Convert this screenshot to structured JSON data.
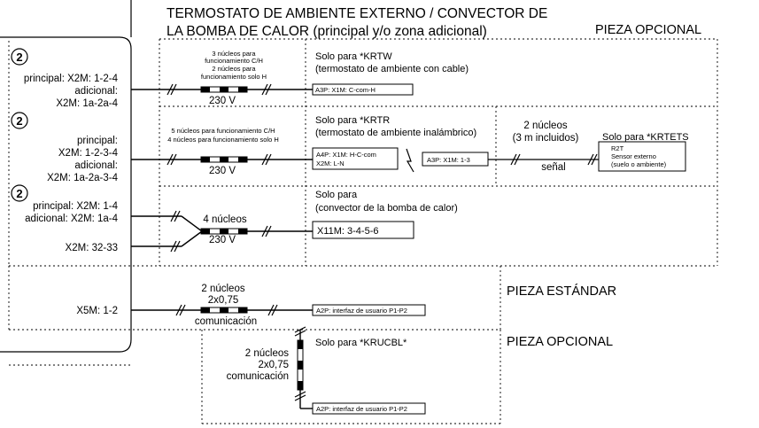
{
  "header": {
    "title_line1": "TERMOSTATO DE AMBIENTE EXTERNO / CONVECTOR DE",
    "title_line2": "LA BOMBA DE CALOR (principal y/o zona adicional)",
    "optional_top": "PIEZA OPCIONAL"
  },
  "markers": {
    "circled": "2"
  },
  "row1": {
    "left_1": "principal: X2M: 1-2-4",
    "left_2": "adicional:",
    "left_3": "X2M: 1a-2a-4",
    "cores_1": "3 núcleos para",
    "cores_2": "funcionamiento C/H",
    "cores_3": "2 núcleos para",
    "cores_4": "funcionamiento solo H",
    "voltage": "230 V",
    "only_for": "Solo para *KRTW",
    "only_for_desc": "(termostato de ambiente con cable)",
    "terminal": "A3P: X1M: C-com-H"
  },
  "row2": {
    "left_1": "principal:",
    "left_2": "X2M: 1-2-3-4",
    "left_3": "adicional:",
    "left_4": "X2M: 1a-2a-3-4",
    "cores_1": "5 núcleos para funcionamiento C/H",
    "cores_2": "4 núcleos para funcionamiento solo H",
    "voltage": "230 V",
    "only_for": "Solo para *KRTR",
    "only_for_desc": "(termostato de ambiente inalámbrico)",
    "terminal_a4p_1": "A4P: X1M: H-C-com",
    "terminal_a4p_2": "X2M: L-N",
    "terminal_a3p": "A3P: X1M: 1-3",
    "cable_cores_1": "2 núcleos",
    "cable_cores_2": "(3 m incluidos)",
    "signal": "señal",
    "sensor_only_for": "Solo para *KRTETS",
    "sensor_1": "R2T",
    "sensor_2": "Sensor externo",
    "sensor_3": "(suelo o ambiente)"
  },
  "row3": {
    "left_1": "principal: X2M: 1-4",
    "left_2": "adicional: X2M: 1a-4",
    "left_3": "X2M: 32-33",
    "cores": "4 núcleos",
    "voltage": "230 V",
    "only_for": "Solo para",
    "only_for_desc": "(convector de la bomba de calor)",
    "terminal": "X11M: 3-4-5-6"
  },
  "row4": {
    "left": "X5M: 1-2",
    "cores_1": "2 núcleos",
    "cores_2": "2x0,75",
    "comm": "comunicación",
    "terminal": "A2P: interfaz de usuario P1-P2",
    "standard": "PIEZA ESTÁNDAR"
  },
  "row5": {
    "optional": "PIEZA OPCIONAL",
    "only_for": "Solo para *KRUCBL*",
    "cores_1": "2 núcleos",
    "cores_2": "2x0,75",
    "comm": "comunicación",
    "terminal": "A2P: interfaz de usuario P1-P2"
  }
}
